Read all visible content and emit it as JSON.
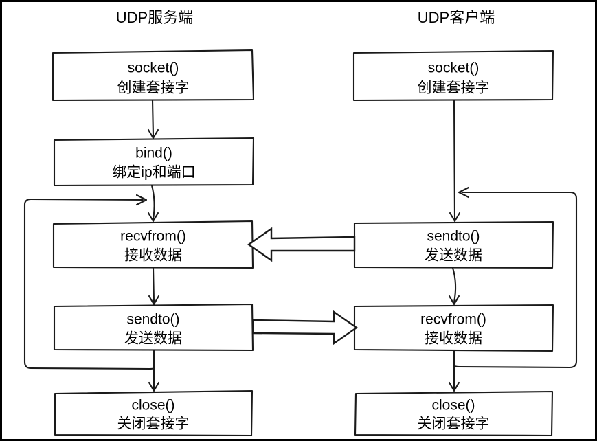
{
  "diagram": {
    "title_server": "UDP服务端",
    "title_client": "UDP客户端",
    "columns": [
      {
        "id": "server",
        "title": "UDP服务端",
        "nodes": [
          {
            "id": "server-socket",
            "api": "socket()",
            "desc": "创建套接字"
          },
          {
            "id": "server-bind",
            "api": "bind()",
            "desc": "绑定ip和端口"
          },
          {
            "id": "server-recvfrom",
            "api": "recvfrom()",
            "desc": "接收数据"
          },
          {
            "id": "server-sendto",
            "api": "sendto()",
            "desc": "发送数据"
          },
          {
            "id": "server-close",
            "api": "close()",
            "desc": "关闭套接字"
          }
        ]
      },
      {
        "id": "client",
        "title": "UDP客户端",
        "nodes": [
          {
            "id": "client-socket",
            "api": "socket()",
            "desc": "创建套接字"
          },
          {
            "id": "client-sendto",
            "api": "sendto()",
            "desc": "发送数据"
          },
          {
            "id": "client-recvfrom",
            "api": "recvfrom()",
            "desc": "接收数据"
          },
          {
            "id": "client-close",
            "api": "close()",
            "desc": "关闭套接字"
          }
        ]
      }
    ],
    "connectors": [
      {
        "id": "server-socket-to-bind",
        "kind": "thin-arrow",
        "from": "server-socket",
        "to": "server-bind"
      },
      {
        "id": "server-bind-to-recvfrom",
        "kind": "thin-arrow",
        "from": "server-bind",
        "to": "server-recvfrom"
      },
      {
        "id": "server-recvfrom-to-sendto",
        "kind": "thin-arrow",
        "from": "server-recvfrom",
        "to": "server-sendto"
      },
      {
        "id": "server-sendto-to-close",
        "kind": "thin-arrow",
        "from": "server-sendto",
        "to": "server-close"
      },
      {
        "id": "server-loop-back",
        "kind": "loop",
        "from": "server-sendto",
        "to": "server-recvfrom"
      },
      {
        "id": "client-socket-to-sendto",
        "kind": "thin-arrow",
        "from": "client-socket",
        "to": "client-sendto"
      },
      {
        "id": "client-sendto-to-recvfrom",
        "kind": "thin-arrow",
        "from": "client-sendto",
        "to": "client-recvfrom"
      },
      {
        "id": "client-recvfrom-to-close",
        "kind": "thin-arrow",
        "from": "client-recvfrom",
        "to": "client-close"
      },
      {
        "id": "client-loop-back",
        "kind": "loop",
        "from": "client-recvfrom",
        "to": "client-sendto"
      },
      {
        "id": "client-send-to-server-recv",
        "kind": "block-arrow",
        "direction": "left",
        "from": "client-sendto",
        "to": "server-recvfrom"
      },
      {
        "id": "server-send-to-client-recv",
        "kind": "block-arrow",
        "direction": "right",
        "from": "server-sendto",
        "to": "client-recvfrom"
      }
    ],
    "colors": {
      "stroke": "#1a1a1a",
      "fill": "#ffffff",
      "text": "#000000",
      "frame": "#000000"
    }
  }
}
